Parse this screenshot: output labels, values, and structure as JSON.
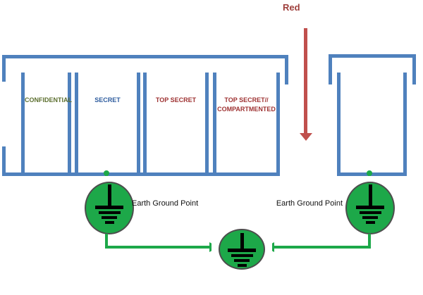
{
  "diagram": {
    "description": "Red/Black separation and single-point earth grounding diagram for classified networks"
  },
  "red_flow": {
    "label": "Red"
  },
  "left_enclosure": {
    "boxes": [
      {
        "label": "CONFIDENTIAL",
        "color": "#5C6F2F"
      },
      {
        "label": "SECRET",
        "color": "#2E5C9E"
      },
      {
        "label": "TOP SECRET",
        "color": "#9E3232"
      },
      {
        "label_line1": "TOP SECRET//",
        "label_line2": "COMPARTMENTED",
        "color": "#9E3232"
      }
    ]
  },
  "right_enclosure": {
    "boxes": [
      {
        "label": ""
      }
    ]
  },
  "grounds": {
    "left_label": "Earth Ground Point",
    "right_label": "Earth Ground Point",
    "symbol": "earth-ground"
  },
  "colors": {
    "enclosure_blue": "#4F81BD",
    "arrow_red": "#C0504D",
    "red_text": "#9E3E3B",
    "confidential_green": "#5C6F2F",
    "secret_blue": "#2E5C9E",
    "top_secret_red": "#9E3232",
    "ground_green": "#1DA849",
    "ground_symbol_black": "#000000",
    "background": "#FFFFFF"
  }
}
